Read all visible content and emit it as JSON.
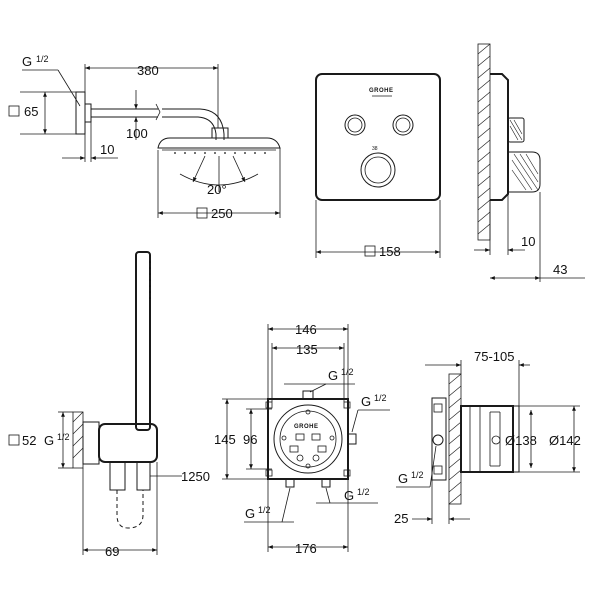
{
  "overhead_shower": {
    "arm_length": "380",
    "flange_size": "65",
    "connection": "G",
    "connection_fraction": "1/2",
    "arm_height": "100",
    "wall_offset": "10",
    "angle": "20°",
    "head_size": "250"
  },
  "control_plate": {
    "brand": "GROHE",
    "plate_size": "158",
    "dial_marking": "38"
  },
  "side_view": {
    "depth_a": "10",
    "depth_b": "43"
  },
  "hand_shower": {
    "bracket_size": "52",
    "connection": "G",
    "connection_fraction": "1/2",
    "hose_length": "1250",
    "projection": "69"
  },
  "rough_in_box": {
    "brand": "GROHE",
    "width_top_outer": "146",
    "width_top_inner": "135",
    "height_outer": "145",
    "height_inner": "96",
    "width_bottom": "176",
    "connection": "G",
    "connection_fraction": "1/2"
  },
  "rough_in_side": {
    "depth_range": "75-105",
    "diameter_small": "Ø138",
    "diameter_large": "Ø142",
    "depth_min": "25",
    "connection": "G",
    "connection_fraction": "1/2"
  }
}
